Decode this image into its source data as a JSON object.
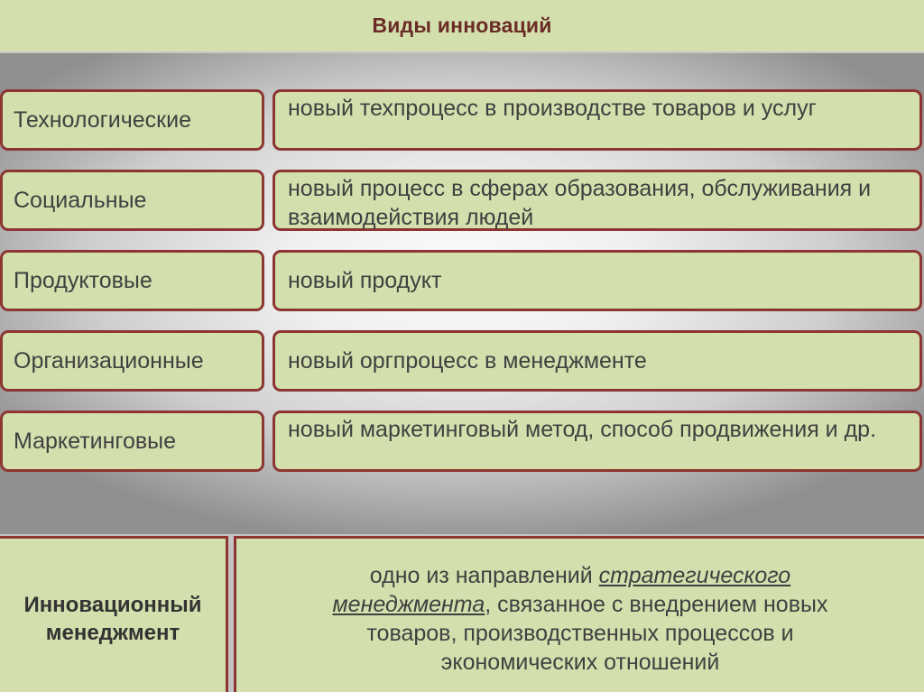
{
  "title": "Виды инноваций",
  "rows": [
    {
      "type": "Технологические",
      "description": "новый техпроцесс в производстве товаров и услуг"
    },
    {
      "type": "Социальные",
      "description": "новый процесс в сферах образования, обслуживания и взаимодействия людей"
    },
    {
      "type": "Продуктовые",
      "description": "новый продукт"
    },
    {
      "type": "Организационные",
      "description": "новый оргпроцесс в менеджменте"
    },
    {
      "type": "Маркетинговые",
      "description": "новый маркетинговый метод, способ продвижения и др."
    }
  ],
  "definition": {
    "term_line1": "Инновационный",
    "term_line2": "менеджмент",
    "text_before": "одно из направлений",
    "link_word1": "стратегического",
    "link_word2": "менеджмента",
    "text_after_line2": ", связанное с внедрением новых",
    "text_line3": "товаров, производственных процессов и",
    "text_line4": "экономических отношений"
  },
  "colors": {
    "box_fill": "#d3e0ad",
    "box_border": "#8c3532",
    "title_color": "#6b2b26"
  }
}
